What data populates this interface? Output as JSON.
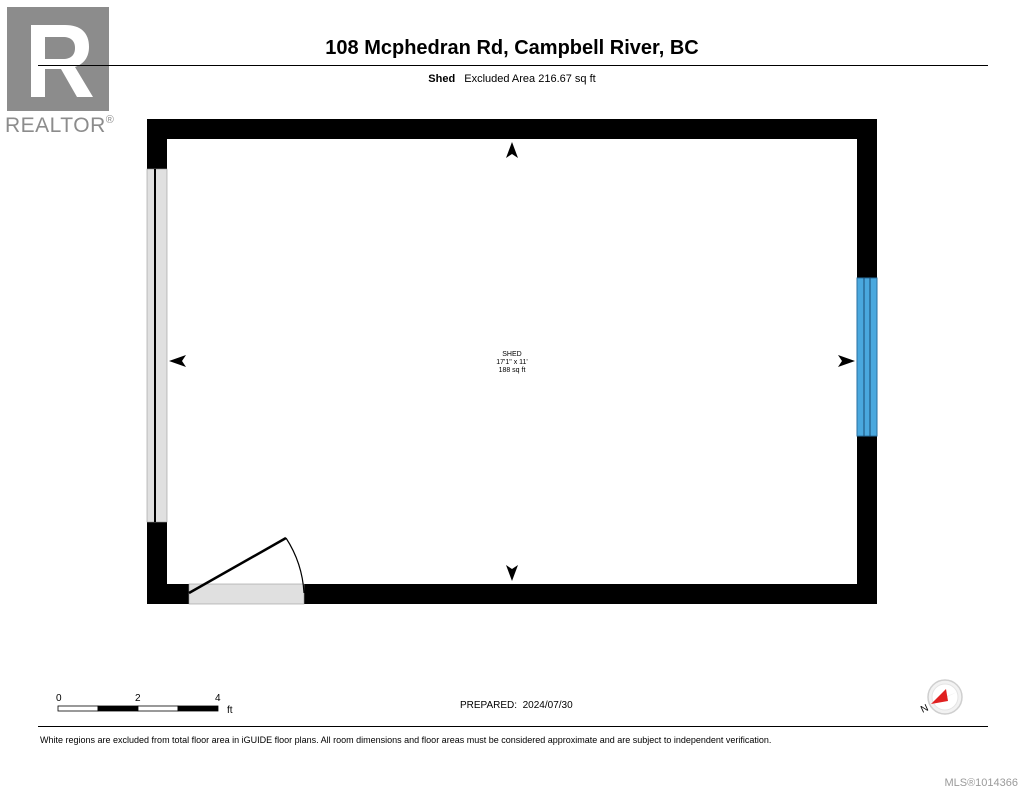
{
  "header": {
    "title": "108 Mcphedran Rd, Campbell River, BC",
    "level_name": "Shed",
    "area_note": "Excluded Area 216.67 sq ft"
  },
  "logo": {
    "wordmark": "REALTOR",
    "registered": "®",
    "color": "#8c8c8c"
  },
  "room": {
    "name": "SHED",
    "dimensions": "17'1\" x 11'",
    "area": "188 sq ft"
  },
  "scale_bar": {
    "ticks": [
      "0",
      "2",
      "4"
    ],
    "unit": "ft"
  },
  "footer": {
    "prepared": "PREPARED:  2024/07/30",
    "disclaimer": "White regions are excluded from total floor area in iGUIDE floor plans. All room dimensions and floor areas must be considered approximate and are subject to independent verification.",
    "mls": "MLS®1014366"
  },
  "compass": {
    "letter": "N"
  },
  "colors": {
    "wall": "#000000",
    "window": "#4aa8de",
    "opening": "#e0e0e0",
    "compass_red": "#e02020"
  }
}
